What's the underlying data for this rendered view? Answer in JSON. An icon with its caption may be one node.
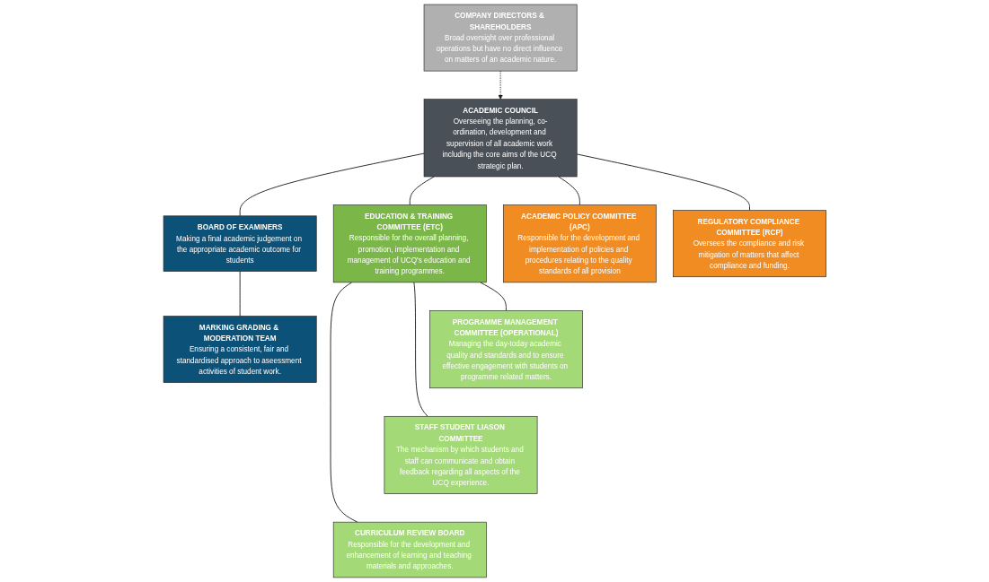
{
  "diagram": {
    "nodes": [
      {
        "text": [
          "ACADEMIC COUNCIL",
          "Overseeing the planning, co-ordination, development and supervision of all academic work including the core aims of the UCQ strategic plan."
        ]
      },
      {
        "text": [
          "COMPANY DIRECTORS & SHAREHOLDERS",
          "Broad oversight over professional operations but have no direct influence on matters of an academic nature."
        ]
      },
      {
        "text": [
          "BOARD OF EXAMINERS",
          "Making a final academic judgement on the appropriate academic outcome for students"
        ]
      },
      {
        "text": [
          "EDUCATION & TRAINING COMMITTEE (ETC)",
          "Responsible for the overall planning, promotion, implementation and management of UCQ's education and training programmes."
        ]
      },
      {
        "text": [
          "ACADEMIC POLICY COMMITTEE (APC)",
          "Responsible for the development and implementation of policies and procedures relating to the quality standards of all provision"
        ]
      },
      {
        "text": [
          "REGULATORY COMPLIANCE COMMITTEE (RCP)",
          "Oversees the compliance and risk mitigation of matters that affect compliance and funding."
        ]
      },
      {
        "text": [
          "MARKING GRADING & MODERATION TEAM",
          "Ensuring a consistent, fair and standardised approach to aseessment activities of student work."
        ]
      },
      {
        "text": [
          "PROGRAMME MANAGEMENT COMMITTEE (OPERATIONAL)",
          "Managing the day-today academic quality and standards and to ensure effective engagement with students on programme related matters."
        ]
      },
      {
        "text": [
          "STAFF STUDENT LIASON COMMITTEE",
          "The mechanism by which students and staff can communicate and obtain feedback regarding all aspects of the UCQ experience."
        ]
      },
      {
        "text": [
          "CURRICULUM REVIEW BOARD",
          "Responsible for the development and enhancement of learning and teaching materials and approaches."
        ]
      }
    ],
    "edges": [
      {
        "from": 1,
        "to": 0,
        "arrow": "to",
        "style": "dashed"
      },
      {
        "from": 0,
        "to": 2,
        "arrow": "none"
      },
      {
        "from": 0,
        "to": 3,
        "arrow": "none"
      },
      {
        "from": 0,
        "to": 4,
        "arrow": "none"
      },
      {
        "from": 0,
        "to": 5,
        "arrow": "none"
      },
      {
        "from": 2,
        "to": 6,
        "arrow": "none"
      },
      {
        "from": 3,
        "to": 7,
        "arrow": "none"
      },
      {
        "from": 3,
        "to": 8,
        "arrow": "none"
      },
      {
        "from": 3,
        "to": 9,
        "arrow": "none"
      }
    ]
  }
}
